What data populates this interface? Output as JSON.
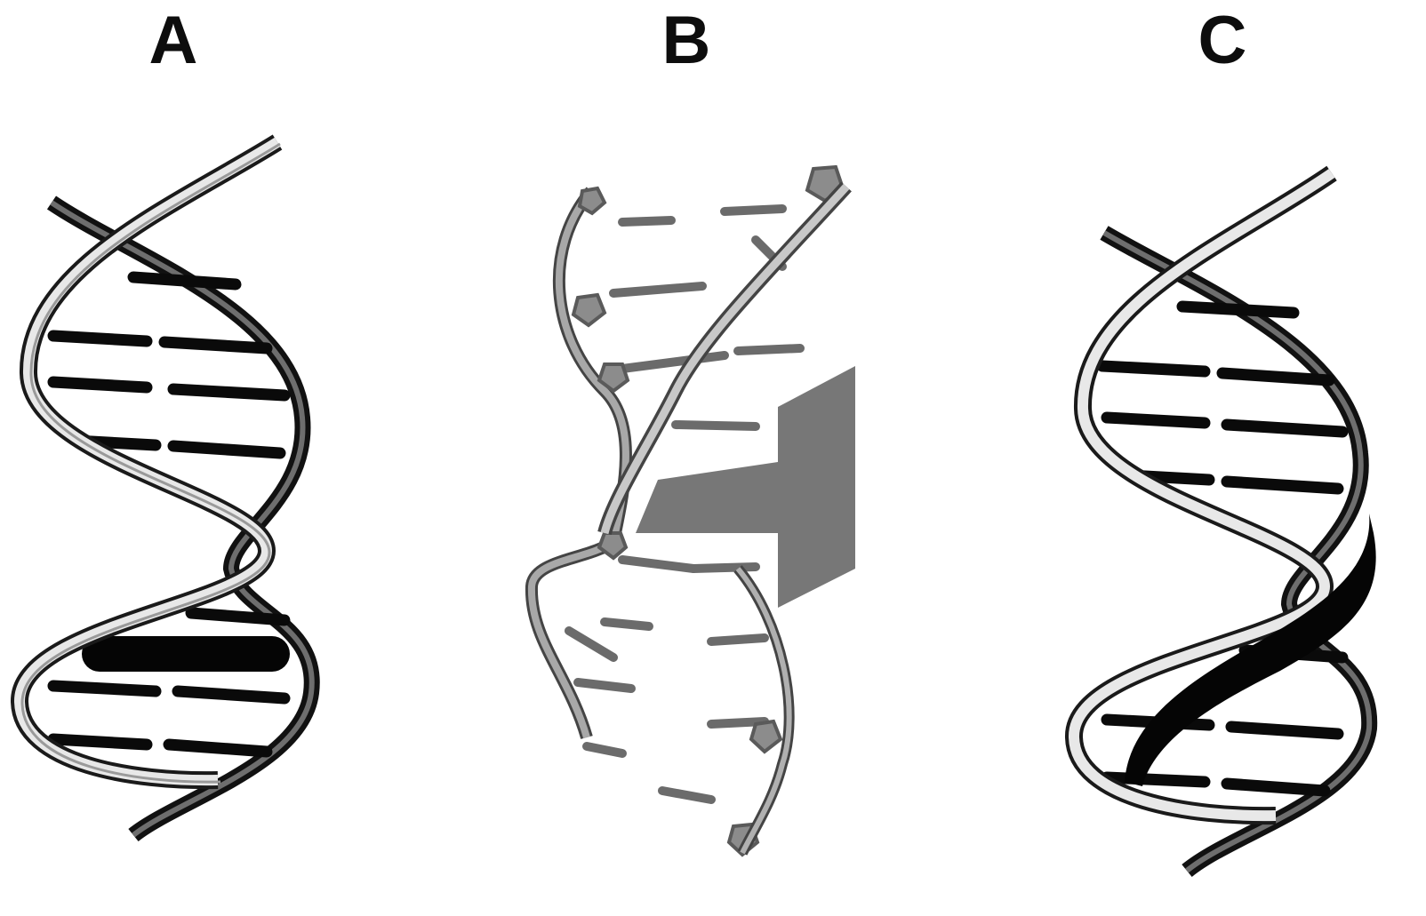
{
  "panels": [
    {
      "id": "A",
      "label": "A"
    },
    {
      "id": "B",
      "label": "B"
    },
    {
      "id": "C",
      "label": "C"
    }
  ],
  "colors": {
    "background": "#ffffff",
    "strand_light": "#e6e6e6",
    "strand_outline": "#1a1a1a",
    "strand_dark": "#0a0a0a",
    "base_pair": "#0a0a0a",
    "molecule_gray": "#7a7a7a",
    "intercalator": "#777777"
  }
}
